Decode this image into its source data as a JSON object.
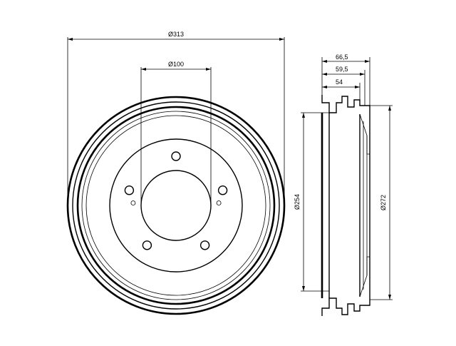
{
  "front_view": {
    "outer_diameter_label": "Ø313",
    "center_bore_label": "Ø100",
    "stud_hole_count": 5,
    "pilot_hole_count": 2
  },
  "side_view": {
    "offset_labels": [
      "66,5",
      "59,5",
      "54"
    ],
    "inner_diameter_label": "Ø254",
    "outer_diameter_label": "Ø272"
  }
}
